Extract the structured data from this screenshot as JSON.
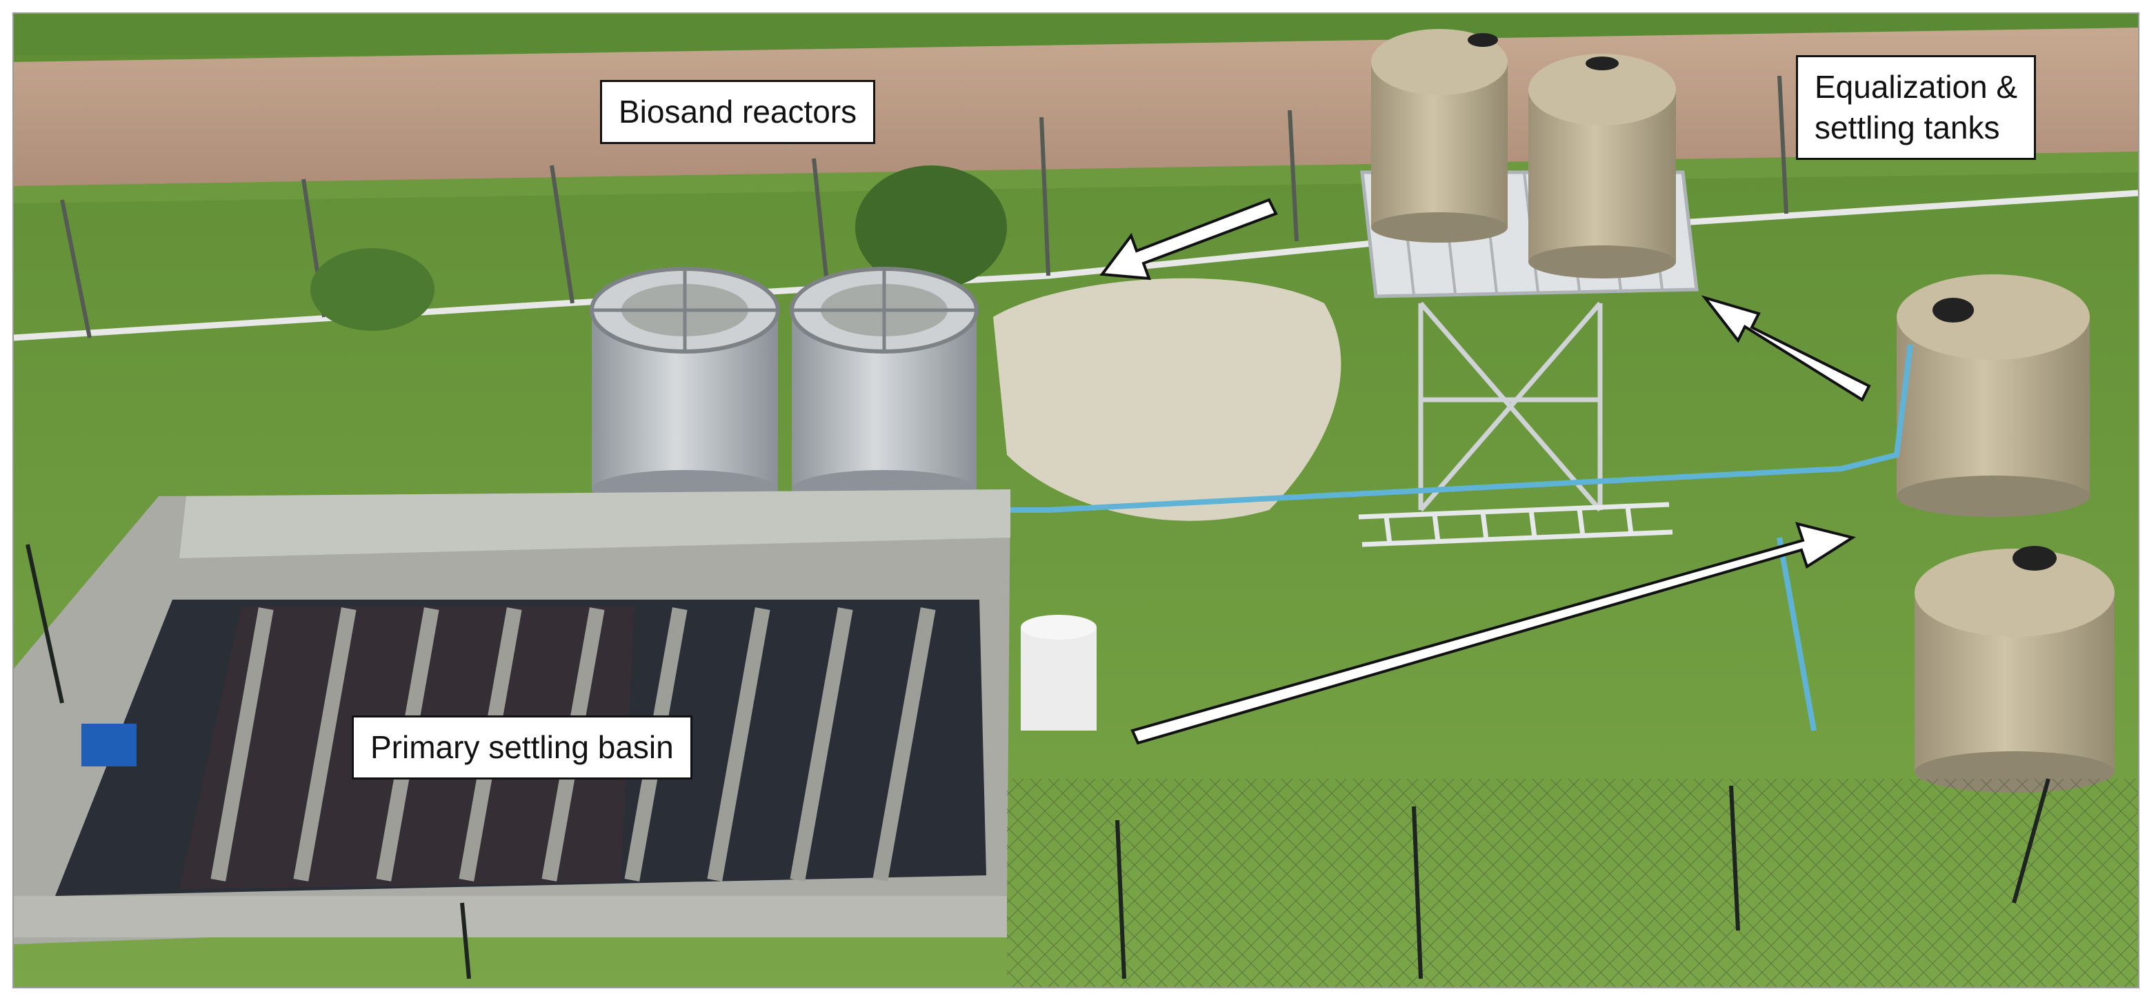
{
  "labels": {
    "biosand": "Biosand reactors",
    "equalization_line1": "Equalization &",
    "equalization_line2": "settling tanks",
    "primary": "Primary settling basin"
  },
  "colors": {
    "grass": "#6f9a3e",
    "grass_dark": "#4f7a2c",
    "dirt_road": "#b89a84",
    "concrete": "#a9aba4",
    "water": "#2a2e36",
    "tank_beige": "#b9ad90",
    "steel": "#b9bec3",
    "pipe_blue": "#5fb3d6",
    "arrow_fill": "#ffffff",
    "arrow_stroke": "#111111"
  }
}
